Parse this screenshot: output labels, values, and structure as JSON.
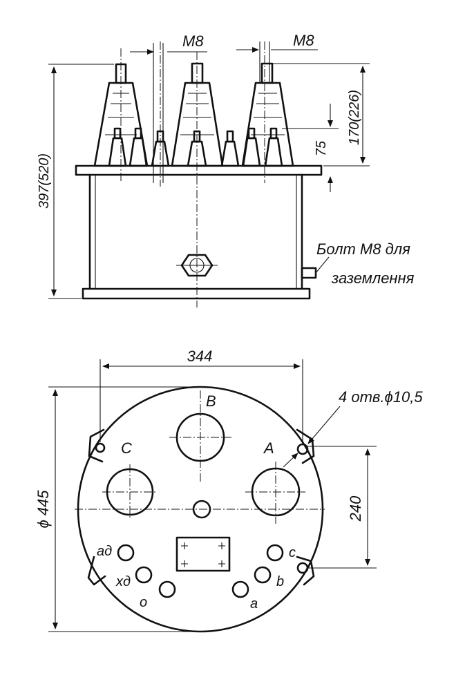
{
  "side_view": {
    "thread_left": "M8",
    "thread_right": "M8",
    "height_total": "397(520)",
    "height_bushing": "170(226)",
    "height_small": "75",
    "ground_label_line1": "Болт М8 для",
    "ground_label_line2": "заземлення"
  },
  "top_view": {
    "width_holes": "344",
    "diameter_tank": "ϕ 445",
    "hole_spacing": "240",
    "holes_note": "4 отв.ϕ10,5",
    "phase_a": "A",
    "phase_b": "B",
    "phase_c": "C",
    "term_ad": "aд",
    "term_xd": "xд",
    "term_o": "o",
    "term_a": "a",
    "term_b": "b",
    "term_c": "c"
  }
}
